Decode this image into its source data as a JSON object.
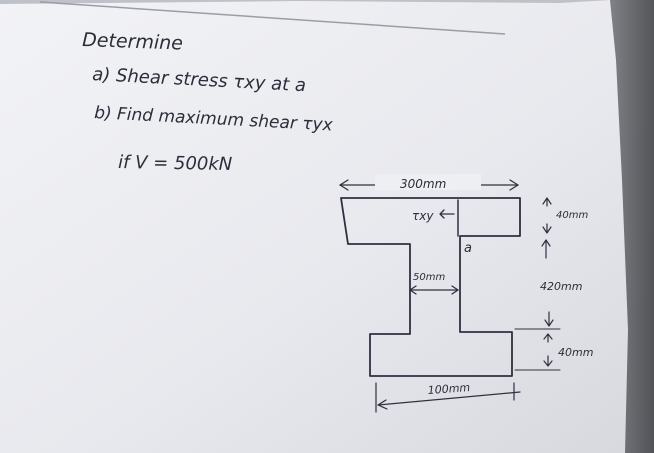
{
  "problem": {
    "heading": "Determine",
    "part_a": "a) Shear stress τxy at a",
    "part_b": "b) Find maximum shear τyx",
    "condition": "if V = 500kN"
  },
  "figure": {
    "dim_top_width": "300mm",
    "dim_top_flange": "40mm",
    "dim_web_height": "420mm",
    "dim_bottom_flange": "40mm",
    "dim_web_width": "50mm",
    "dim_bottom_width": "100mm",
    "label_tau": "τxy",
    "label_point": "a"
  }
}
